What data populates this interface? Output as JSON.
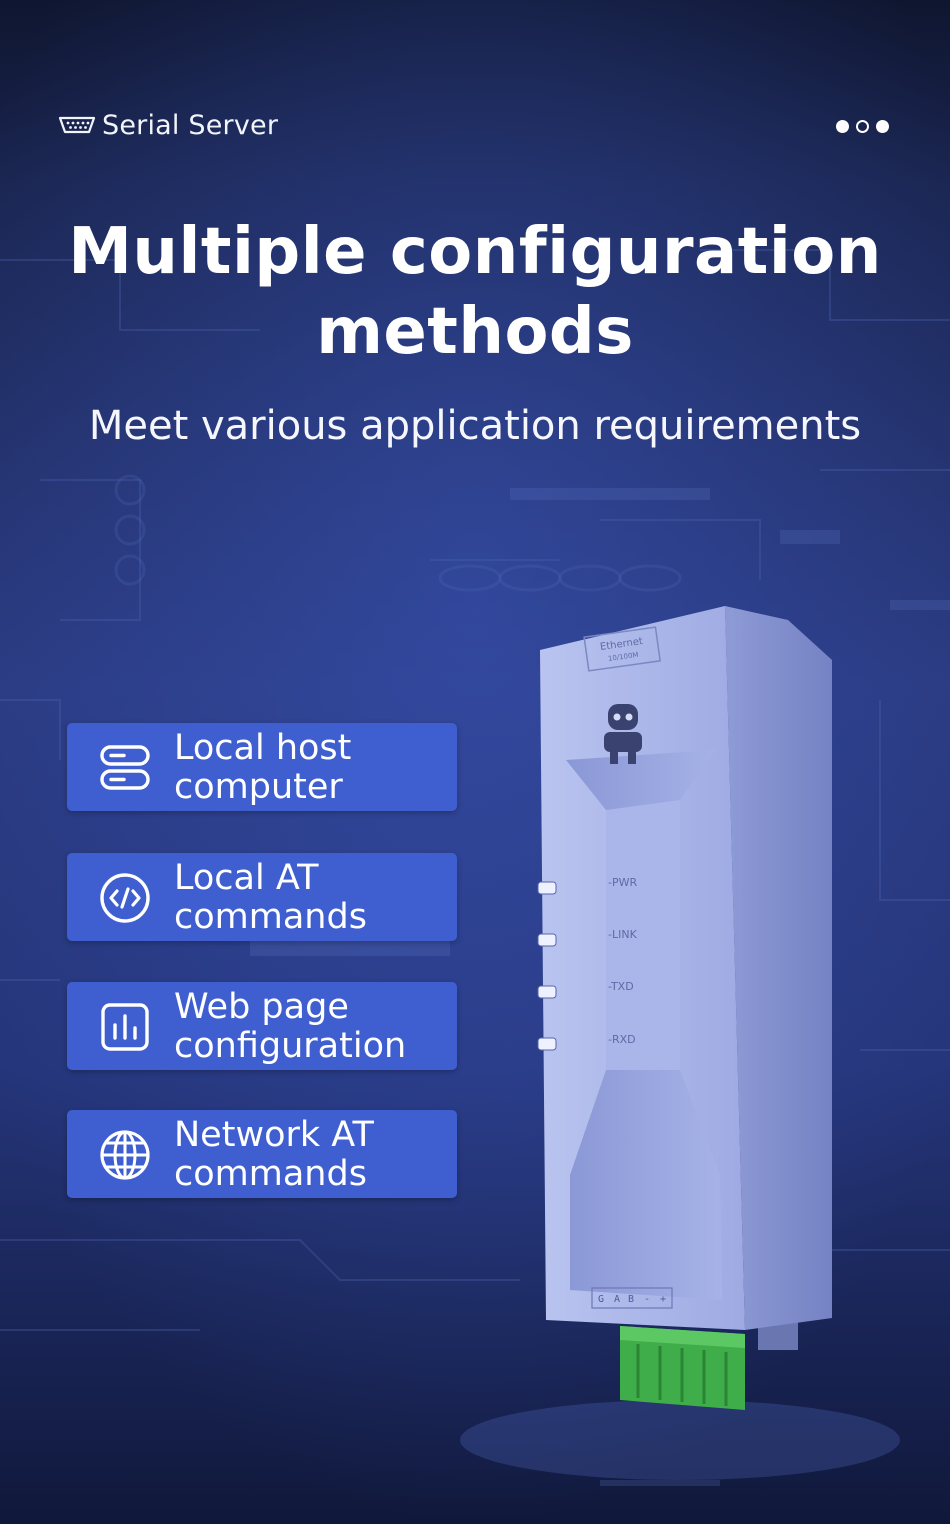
{
  "header": {
    "brand_icon": "serial-port-icon",
    "brand_label": "Serial Server",
    "pagination": [
      "filled",
      "hollow",
      "filled"
    ]
  },
  "hero": {
    "title_line1": "Multiple configuration",
    "title_line2": "methods",
    "subtitle": "Meet various application requirements"
  },
  "features": [
    {
      "icon": "server-stack-icon",
      "label": "Local host\ncomputer"
    },
    {
      "icon": "code-icon",
      "label": "Local AT\ncommands"
    },
    {
      "icon": "bar-chart-icon",
      "label": "Web page\nconfiguration"
    },
    {
      "icon": "globe-icon",
      "label": "Network AT\ncommands"
    }
  ],
  "device": {
    "port_label": "Ethernet",
    "port_sublabel": "10/100M",
    "indicators": [
      "-PWR",
      "-LINK",
      "-TXD",
      "-RXD"
    ],
    "terminal_labels": [
      "G",
      "A",
      "B",
      "-",
      "+"
    ],
    "mascot_icon": "robot-icon"
  },
  "colors": {
    "background": "#141c3c",
    "feature_card": "#3f5fd0",
    "device_body": "#a9b6ea",
    "terminal_block": "#3fae4a"
  }
}
